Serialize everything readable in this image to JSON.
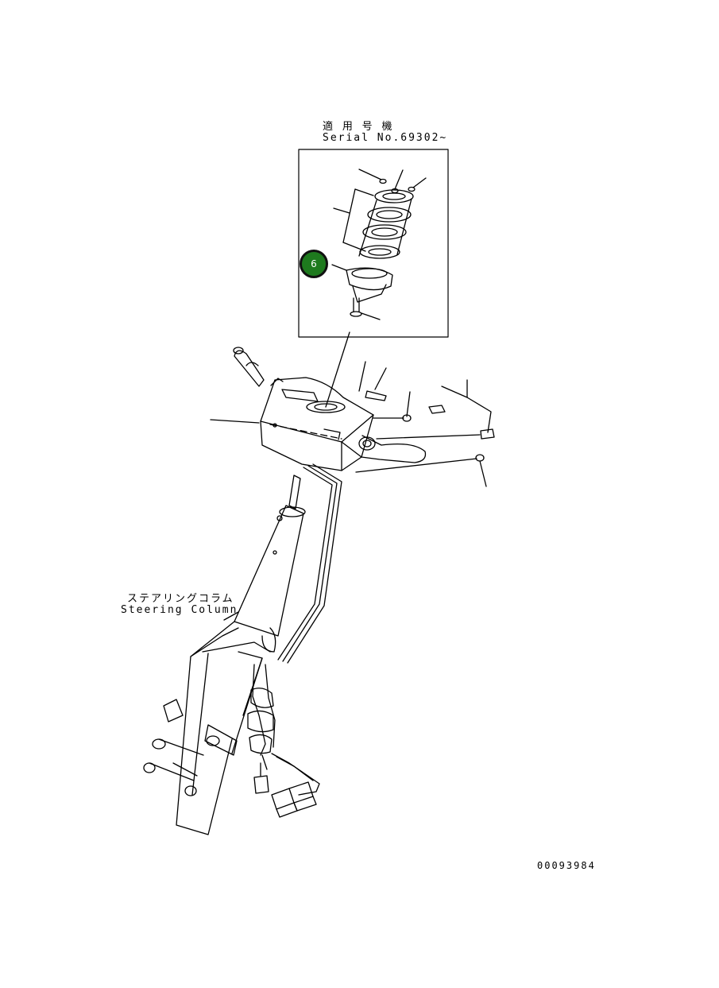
{
  "serial_block": {
    "applicable_label": "適 用 号 機",
    "serial_text": "Serial No.69302~"
  },
  "column_label": {
    "jp": "ステアリングコラム",
    "en": "Steering Column"
  },
  "callout": {
    "number": "6",
    "color": "#1e7a1e"
  },
  "drawing_number": "00093984"
}
